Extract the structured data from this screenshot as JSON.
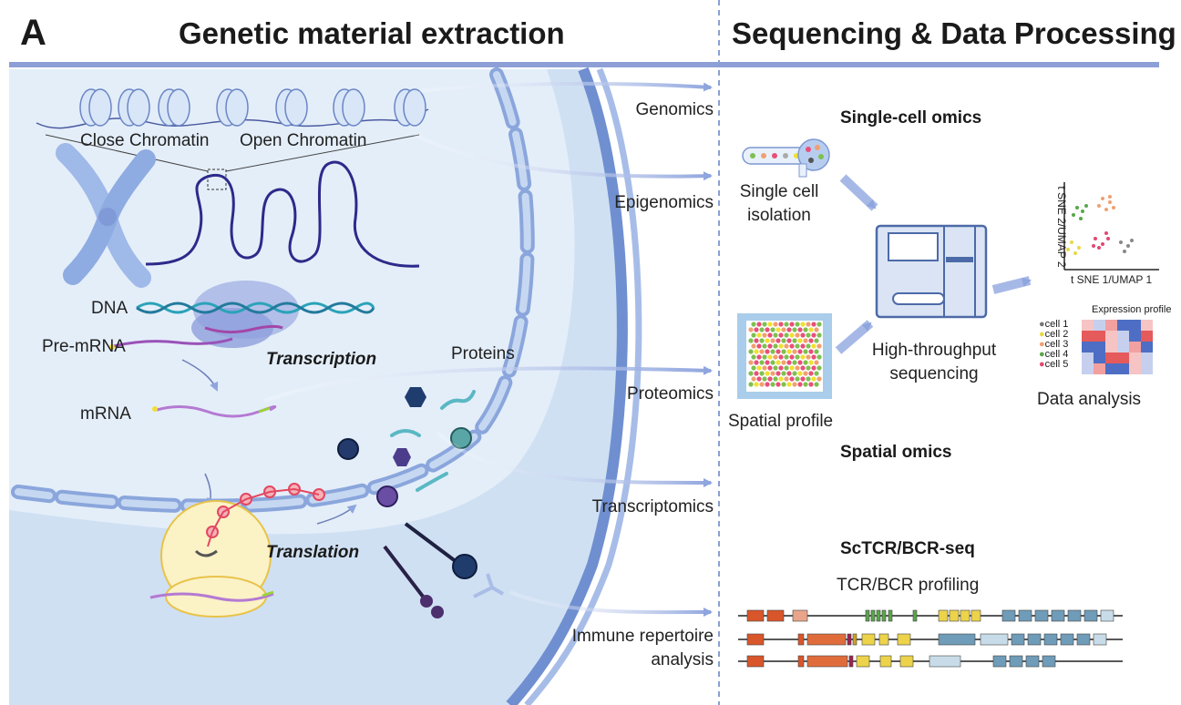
{
  "panel_letter": "A",
  "headers": {
    "left": "Genetic material extraction",
    "right": "Sequencing & Data Processing"
  },
  "cell_labels": {
    "close_chromatin": "Close Chromatin",
    "open_chromatin": "Open Chromatin",
    "dna": "DNA",
    "pre_mrna": "Pre-mRNA",
    "transcription": "Transcription",
    "mrna": "mRNA",
    "proteins": "Proteins",
    "translation": "Translation"
  },
  "omics_labels": {
    "genomics": "Genomics",
    "epigenomics": "Epigenomics",
    "proteomics": "Proteomics",
    "transcriptomics": "Transcriptomics",
    "immune_line1": "Immune repertoire",
    "immune_line2": "analysis"
  },
  "workflow": {
    "single_cell_omics": "Single-cell omics",
    "single_cell_line1": "Single cell",
    "single_cell_line2": "isolation",
    "spatial_profile": "Spatial profile",
    "hts_line1": "High-throughput",
    "hts_line2": "sequencing",
    "spatial_omics": "Spatial omics",
    "data_analysis": "Data analysis",
    "tsne_y": "t SNE 2/UMAP 2",
    "tsne_x": "t SNE 1/UMAP 1",
    "expression_profile": "Expression profile",
    "cells": [
      "cell 1",
      "cell 2",
      "cell 3",
      "cell 4",
      "cell 5"
    ],
    "sctcr_title": "ScTCR/BCR-seq",
    "tcr_profiling": "TCR/BCR profiling"
  },
  "colors": {
    "cell_fill": "#cfe0f3",
    "nucleus_fill": "#e4eef9",
    "membrane": "#6f8fd0",
    "arrow": "#98aee0",
    "header_rule": "#8d9fd6"
  }
}
